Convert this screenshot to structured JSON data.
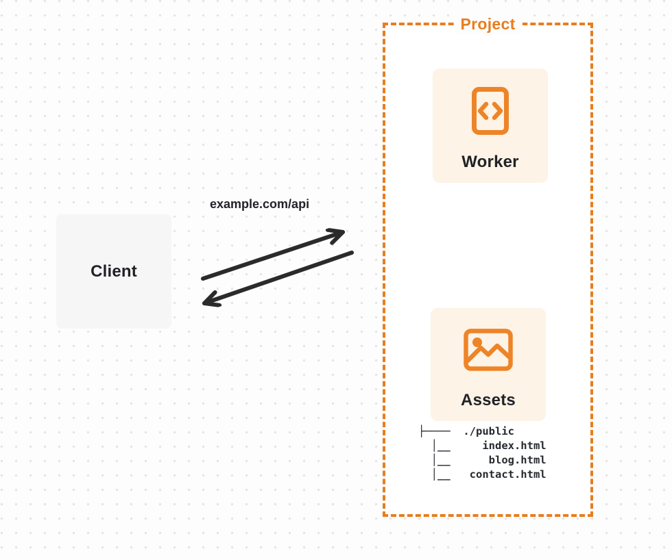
{
  "diagram": {
    "client": {
      "label": "Client"
    },
    "request_label": "example.com/api",
    "project": {
      "label": "Project",
      "worker": {
        "label": "Worker",
        "icon": "code-file-icon"
      },
      "assets": {
        "label": "Assets",
        "icon": "image-icon"
      },
      "file_tree": {
        "text": "├────  ./public\n  │__     index.html\n  │__      blog.html\n  │__   contact.html",
        "entries": [
          "./public",
          "index.html",
          "blog.html",
          "contact.html"
        ]
      }
    },
    "colors": {
      "accent_orange": "#E87D1E",
      "card_background": "#FDF3E6",
      "client_background": "#F6F6F6",
      "project_background": "#FFFFFF",
      "arrow": "#2B2B2B",
      "text_dark": "#212227",
      "page_background": "#FDFDFD",
      "dot_grid": "#E5E5E5"
    }
  }
}
